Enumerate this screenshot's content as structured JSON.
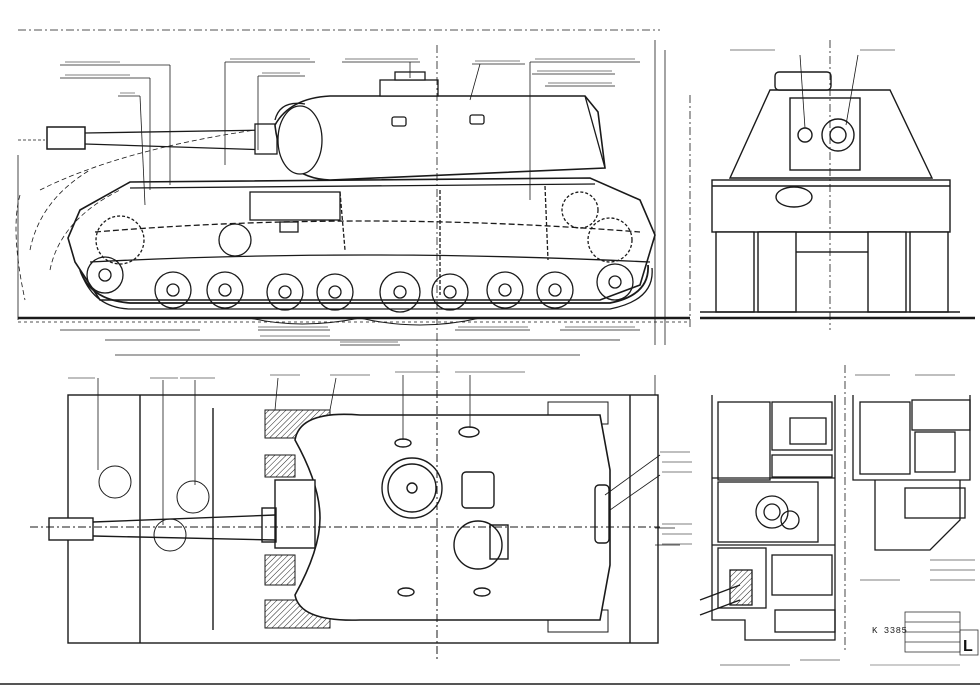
{
  "drawing": {
    "views": [
      "side-elevation",
      "front-elevation",
      "plan-view",
      "sections"
    ],
    "drawing_number": "K 3385",
    "sheet_letter": "L"
  },
  "colors": {
    "ink": "#1a1a1a",
    "paper": "#ffffff",
    "faint": "#666666"
  }
}
